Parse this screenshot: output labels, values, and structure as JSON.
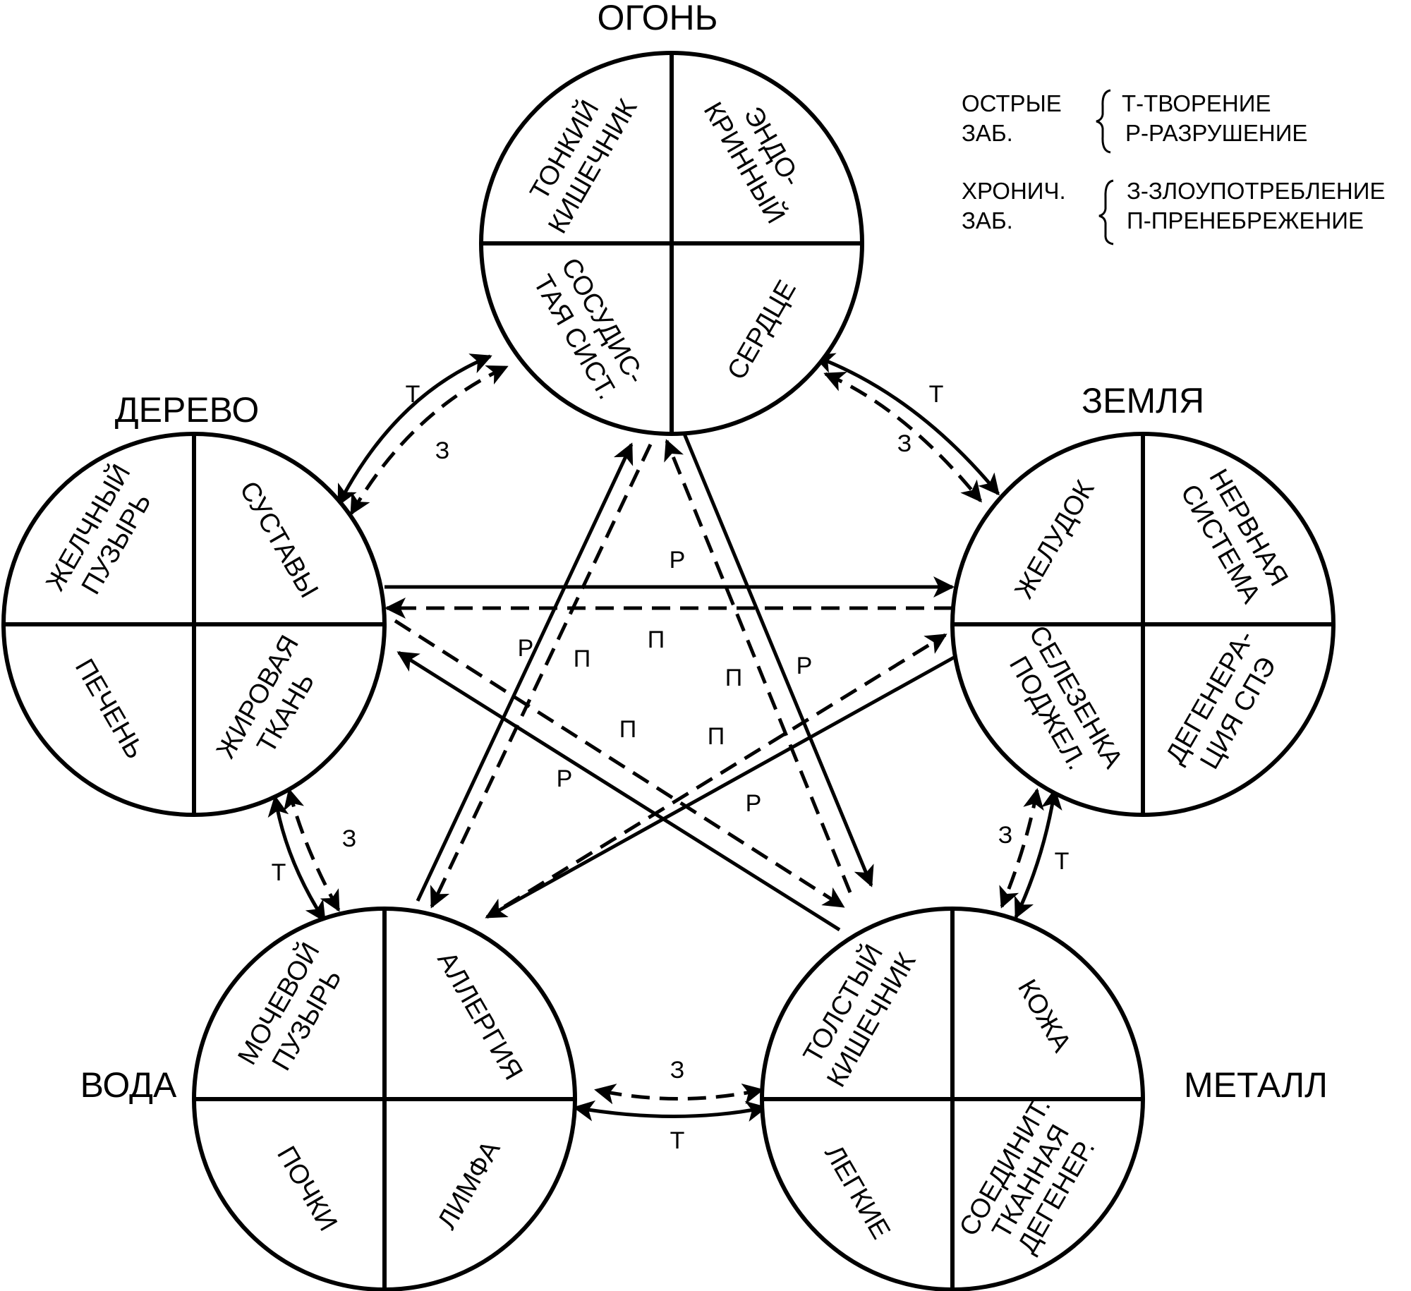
{
  "elements": {
    "fire": {
      "name": "ОГОНЬ",
      "quadrants": {
        "tl": [
          "ТОНКИЙ",
          "КИШЕЧНИК"
        ],
        "tr": [
          "ЭНДО-",
          "КРИННЫЙ"
        ],
        "bl": [
          "СОСУДИС-",
          "ТАЯ СИСТ."
        ],
        "br": [
          "СЕРДЦЕ"
        ]
      }
    },
    "earth": {
      "name": "ЗЕМЛЯ",
      "quadrants": {
        "tl": [
          "ЖЕЛУДОК"
        ],
        "tr": [
          "НЕРВНАЯ",
          "СИСТЕМА"
        ],
        "bl": [
          "СЕЛЕЗЕНКА",
          "ПОДЖЕЛ."
        ],
        "br": [
          "ДЕГЕНЕРА-",
          "ЦИЯ СПЭ"
        ]
      }
    },
    "metal": {
      "name": "МЕТАЛЛ",
      "quadrants": {
        "tl": [
          "ТОЛСТЫЙ",
          "КИШЕЧНИК"
        ],
        "tr": [
          "КОЖА"
        ],
        "bl": [
          "ЛЕГКИЕ"
        ],
        "br": [
          "СОЕДИНИТ.",
          "ТКАННАЯ",
          "ДЕГЕНЕР."
        ]
      }
    },
    "water": {
      "name": "ВОДА",
      "quadrants": {
        "tl": [
          "МОЧЕВОЙ",
          "ПУЗЫРЬ"
        ],
        "tr": [
          "АЛЛЕРГИЯ"
        ],
        "bl": [
          "ПОЧКИ"
        ],
        "br": [
          "ЛИМФА"
        ]
      }
    },
    "wood": {
      "name": "ДЕРЕВО",
      "quadrants": {
        "tl": [
          "ЖЕЛЧНЫЙ",
          "ПУЗЫРЬ"
        ],
        "tr": [
          "СУСТАВЫ"
        ],
        "bl": [
          "ПЕЧЕНЬ"
        ],
        "br": [
          "ЖИРОВАЯ",
          "ТКАНЬ"
        ]
      }
    }
  },
  "relation_labels": {
    "creation": "Т",
    "destruction": "Р",
    "abuse": "З",
    "neglect": "П"
  },
  "legend": {
    "acute": {
      "label": [
        "ОСТРЫЕ",
        "ЗАБ."
      ],
      "items": [
        "Т-ТВОРЕНИЕ",
        "Р-РАЗРУШЕНИЕ"
      ]
    },
    "chronic": {
      "label": [
        "ХРОНИЧ.",
        "ЗАБ."
      ],
      "items": [
        "З-ЗЛОУПОТРЕБЛЕНИЕ",
        "П-ПРЕНЕБРЕЖЕНИЕ"
      ]
    }
  }
}
